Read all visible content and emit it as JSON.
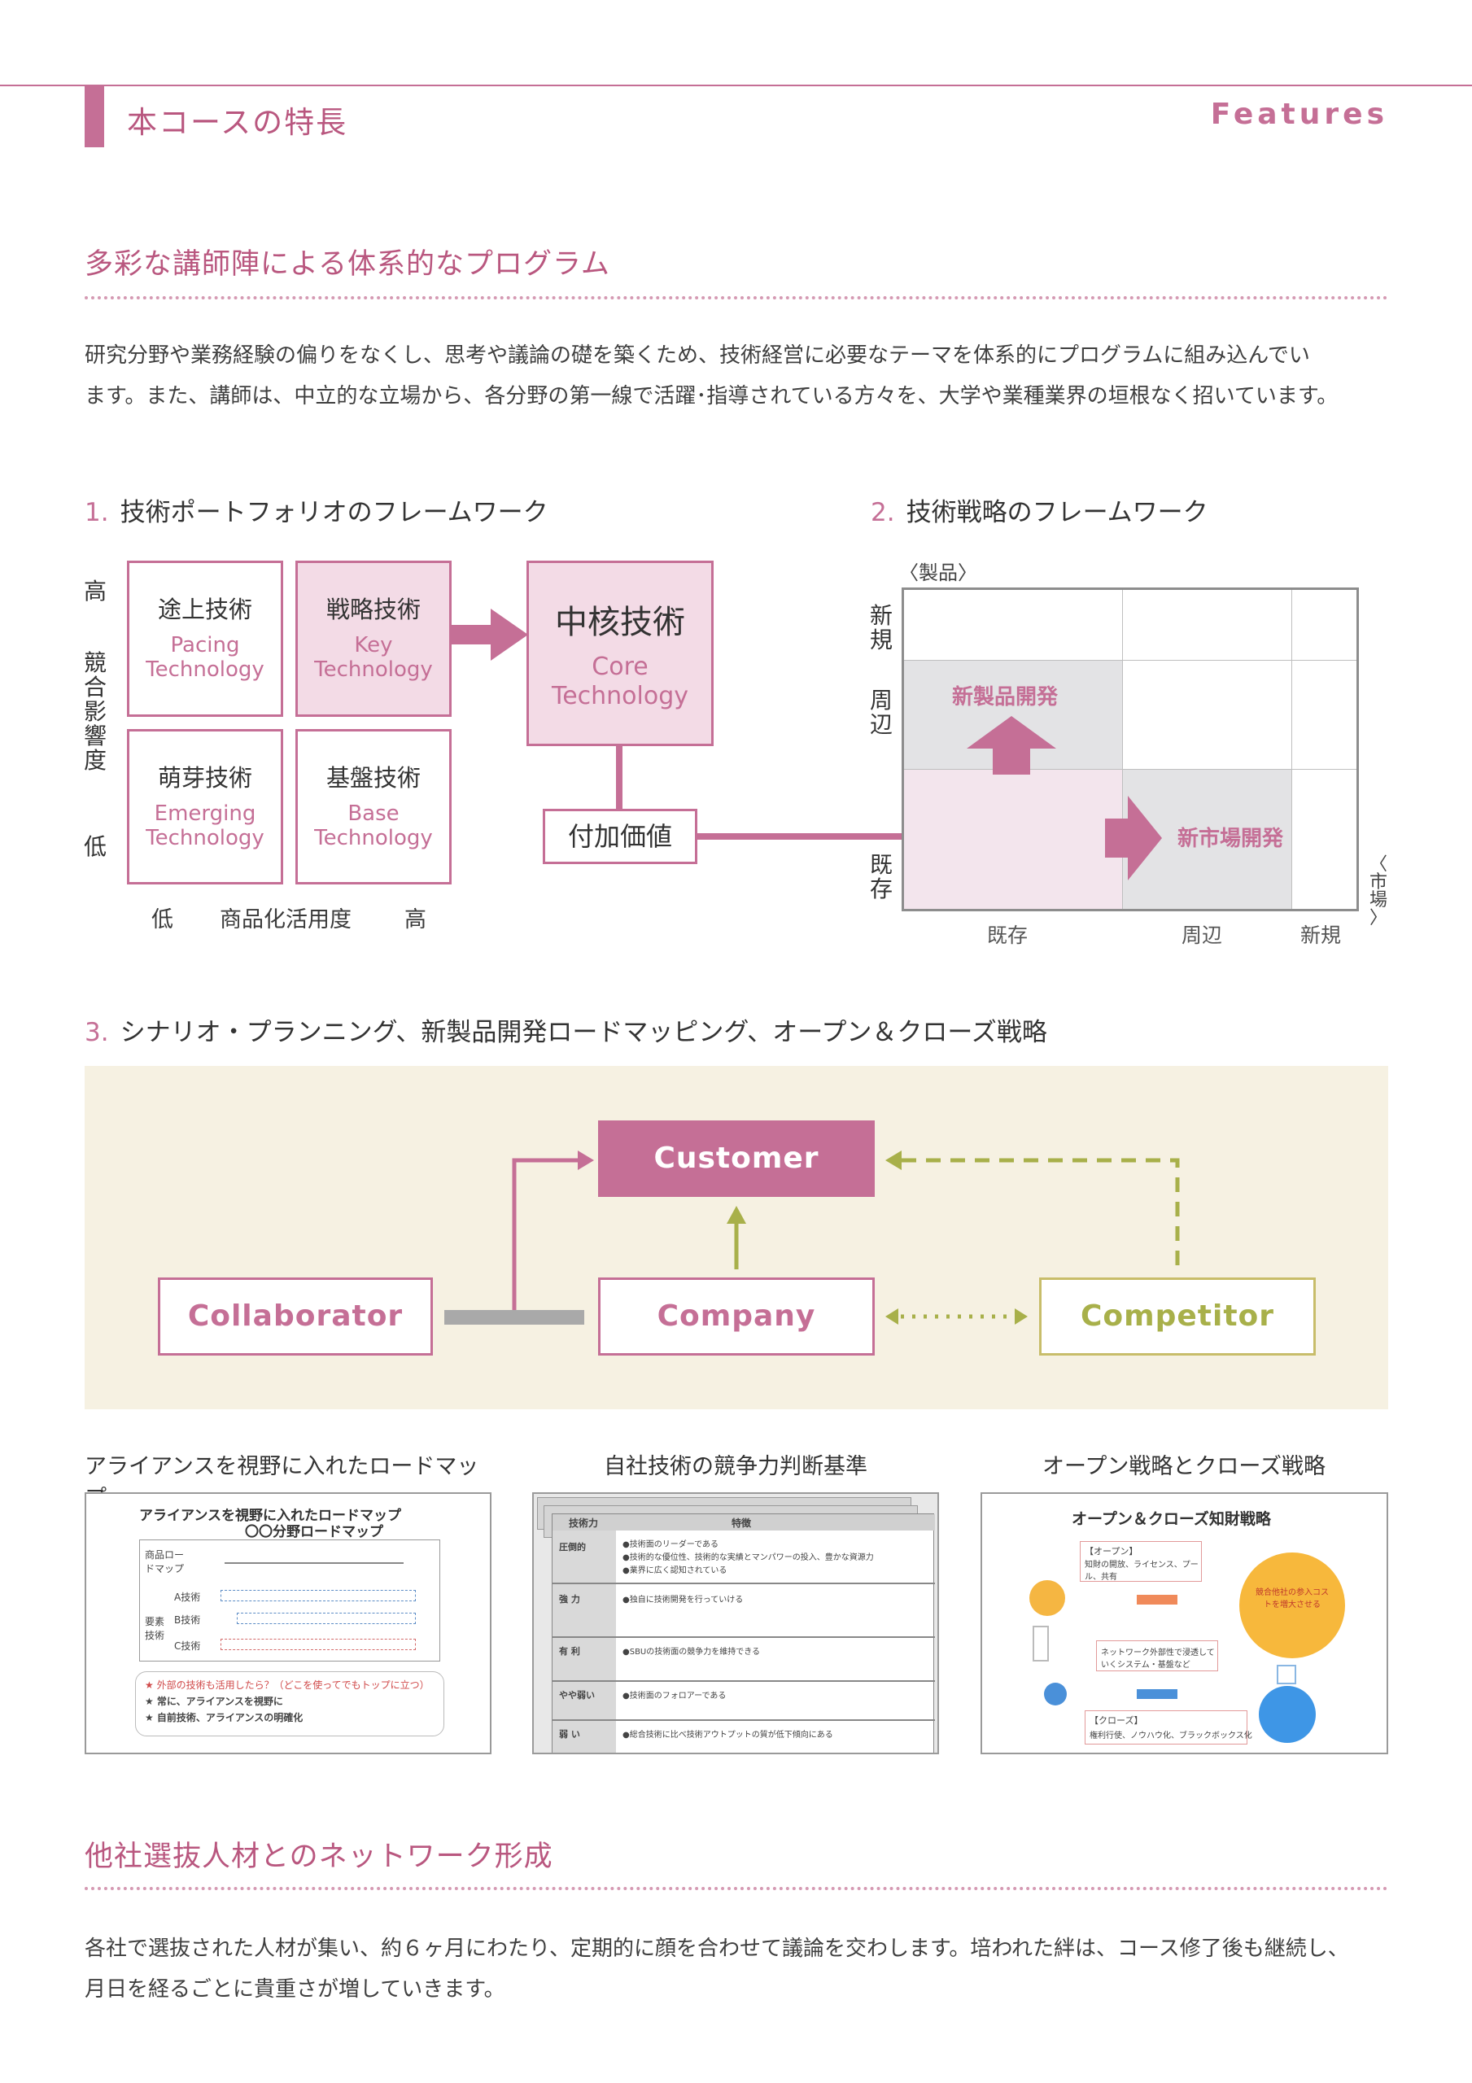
{
  "header": {
    "title": "本コースの特長",
    "title_en": "Features"
  },
  "section1": {
    "title": "多彩な講師陣による体系的なプログラム",
    "body_line1": "研究分野や業務経験の偏りをなくし、思考や議論の礎を築くため、技術経営に必要なテーマを体系的にプログラムに組み込んでい",
    "body_line2": "ます。また、講師は、中立的な立場から、各分野の第一線で活躍･指導されている方々を、大学や業種業界の垣根なく招いています。"
  },
  "fw1": {
    "num": "1.",
    "title": "技術ポートフォリオのフレームワーク",
    "y_high": "高",
    "y_label": [
      "競",
      "合",
      "影",
      "響",
      "度"
    ],
    "y_low": "低",
    "x_low": "低",
    "x_label": "商品化活用度",
    "x_high": "高",
    "pacing_jp": "途上技術",
    "pacing_en1": "Pacing",
    "pacing_en2": "Technology",
    "key_jp": "戦略技術",
    "key_en1": "Key",
    "key_en2": "Technology",
    "emerging_jp": "萌芽技術",
    "emerging_en1": "Emerging",
    "emerging_en2": "Technology",
    "base_jp": "基盤技術",
    "base_en1": "Base",
    "base_en2": "Technology",
    "core_jp": "中核技術",
    "core_en1": "Core",
    "core_en2": "Technology",
    "added_value": "付加価値"
  },
  "fw2": {
    "num": "2.",
    "title": "技術戦略のフレームワーク",
    "product_axis": "〈製品〉",
    "market_axis": [
      "〈",
      "市",
      "場",
      "〉"
    ],
    "y_new": [
      "新",
      "規"
    ],
    "y_near": [
      "周",
      "辺"
    ],
    "y_existing": [
      "既",
      "存"
    ],
    "x_existing": "既存",
    "x_near": "周辺",
    "x_new": "新規",
    "new_product": "新製品開発",
    "new_market": "新市場開発"
  },
  "fw3": {
    "num": "3.",
    "title": "シナリオ・プランニング、新製品開発ロードマッピング、オープン＆クローズ戦略",
    "customer": "Customer",
    "collaborator": "Collaborator",
    "company": "Company",
    "competitor": "Competitor"
  },
  "thumbs": {
    "cap1": "アライアンスを視野に入れたロードマップ",
    "cap2": "自社技術の競争力判断基準",
    "cap3": "オープン戦略とクローズ戦略",
    "t1_title": "アライアンスを視野に入れたロードマップ",
    "t1_sub": "〇〇分野ロードマップ",
    "t1_row1": "商品ロードマップ",
    "t1_a": "A技術",
    "t1_b": "B技術",
    "t1_c": "C技術",
    "t1_group": "要素技術",
    "t1_note1": "★ 外部の技術も活用したら？（どこを使ってでもトップに立つ）",
    "t1_note2": "★ 常に、アライアンスを視野に",
    "t1_note3": "★ 自前技術、アライアンスの明確化",
    "t2_h1": "技術力",
    "t2_h2": "特徴",
    "t2_r1": "圧倒的",
    "t2_r2": "強 力",
    "t2_r3": "有 利",
    "t2_r4": "やや弱い",
    "t2_r5": "弱 い",
    "t2_l1": "●技術面のリーダーである",
    "t2_l2": "●技術的な優位性、技術的な実績とマンパワーの投入、豊かな資源力",
    "t2_l3": "●業界に広く認知されている",
    "t2_l4": "●独自に技術開発を行っていける",
    "t2_l5": "●SBUの技術面の競争力を維持できる",
    "t2_l6": "●技術面のフォロアーである",
    "t2_l7": "●総合技術に比べ技術アウトプットの質が低下傾向にある",
    "t3_title": "オープン＆クローズ知財戦略",
    "t3_open": "【オープン】",
    "t3_open_desc": "知財の開放、ライセンス、プール、共有",
    "t3_mid": "ネットワーク外部性で浸透していくシステム・基盤など",
    "t3_close": "【クローズ】",
    "t3_close_desc": "権利行使、ノウハウ化、ブラックボックス化",
    "t3_circle": "競合他社の参入コストを増大させる"
  },
  "section2": {
    "title": "他社選抜人材とのネットワーク形成",
    "body_line1": "各社で選抜された人材が集い、約６ヶ月にわたり、定期的に顔を合わせて議論を交わします。培われた絆は、コース修了後も継続し、",
    "body_line2": "月日を経るごとに貴重さが増していきます。"
  },
  "colors": {
    "accent": "#c56f96",
    "accent_light": "#f3dbe6",
    "olive": "#a8b04a",
    "gray": "#a9a9a9",
    "cream": "#f6f1e2"
  }
}
